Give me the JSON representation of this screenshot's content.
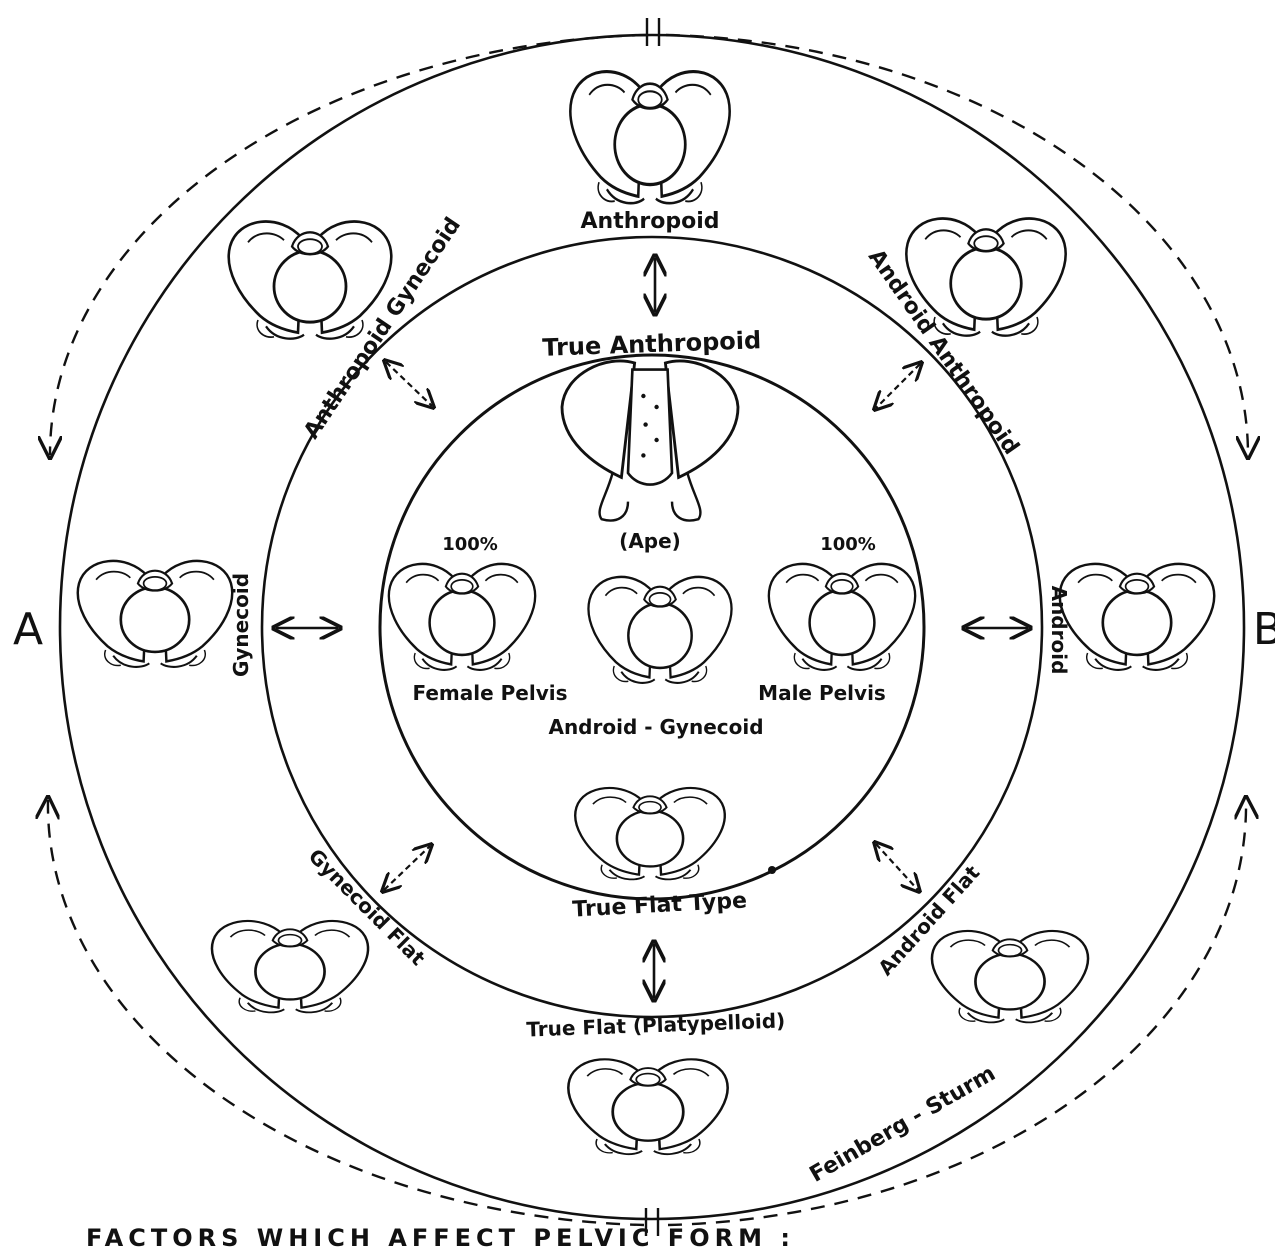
{
  "labels": {
    "anthropoid": "Anthropoid",
    "anthropoid_gynecoid": "Anthropoid Gynecoid",
    "android_anthropoid": "Android Anthropoid",
    "true_anthropoid": "True Anthropoid",
    "ape": "(Ape)",
    "pct_left": "100%",
    "pct_right": "100%",
    "female_pelvis": "Female Pelvis",
    "male_pelvis": "Male Pelvis",
    "android_gynecoid": "Android - Gynecoid",
    "gynecoid": "Gynecoid",
    "android": "Android",
    "true_flat_type": "True Flat Type",
    "gynecoid_flat": "Gynecoid Flat",
    "android_flat": "Android Flat",
    "true_flat_platypelloid": "True Flat (Platypelloid)",
    "feinberg_sturm": "Feinberg - Sturm",
    "side_a": "A",
    "side_b": "B",
    "footer": "FACTORS WHICH AFFECT PELVIC FORM :"
  }
}
